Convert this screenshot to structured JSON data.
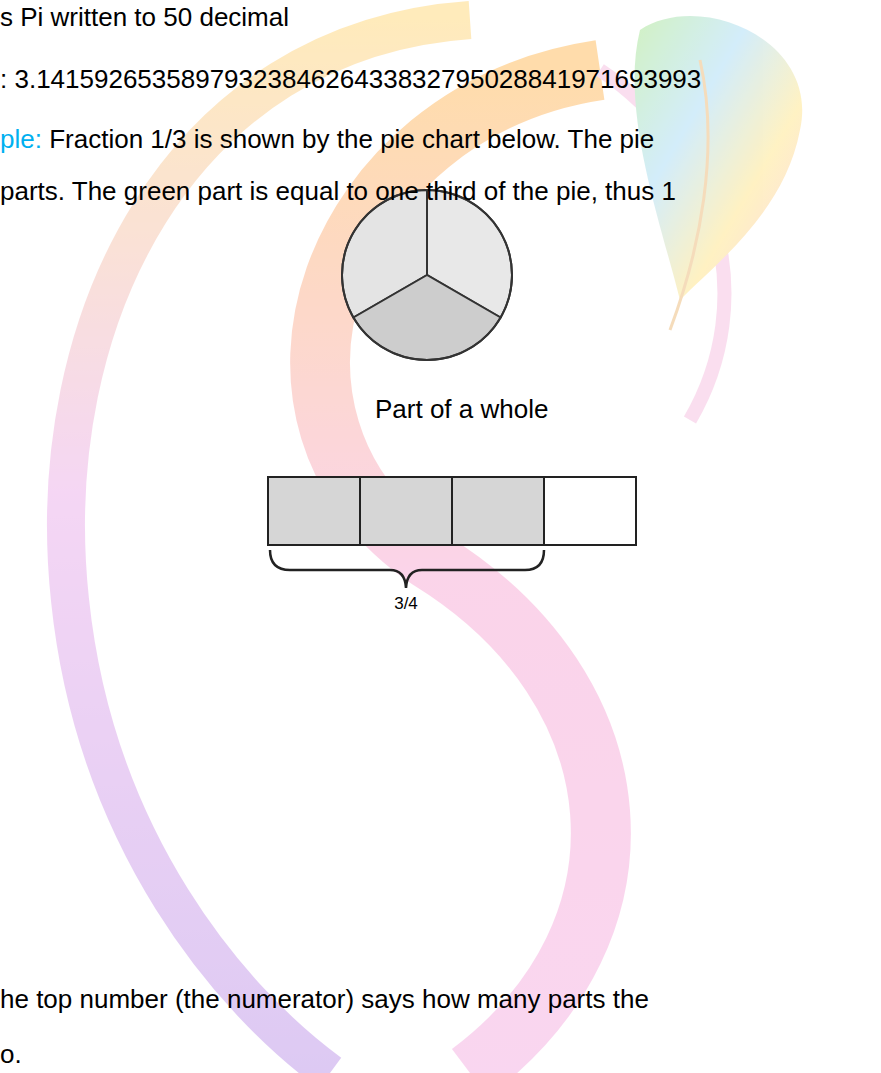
{
  "diagram": {
    "labels": [
      "s Pi written to 50 decimal",
      ": 3.1415926535897932384626433832795028841971693993",
      "ple:",
      "Fraction 1/3 is shown by the pie chart below. The pie",
      "parts. The green part is equal to one third of the pie, thus 1",
      "Part of a whole",
      "3/4",
      "he top number (the numerator) says how many parts the",
      "o."
    ]
  }
}
